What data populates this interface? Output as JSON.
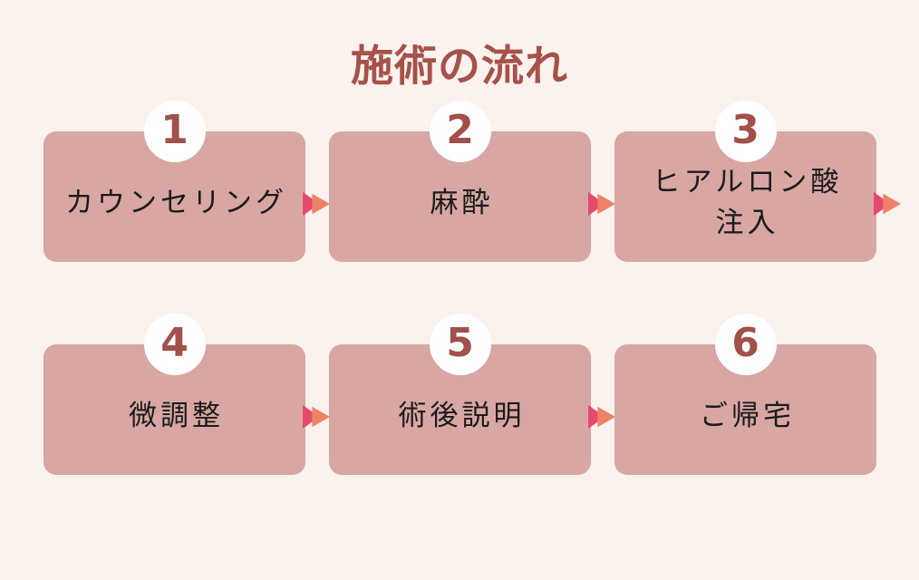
{
  "title": {
    "text": "施術の流れ"
  },
  "steps": [
    {
      "number": "1",
      "label": "カウンセリング",
      "has_next_arrow": true
    },
    {
      "number": "2",
      "label": "麻酔",
      "has_next_arrow": true
    },
    {
      "number": "3",
      "label": "ヒアルロン酸\n注入",
      "has_next_arrow": true
    },
    {
      "number": "4",
      "label": "微調整",
      "has_next_arrow": true
    },
    {
      "number": "5",
      "label": "術後説明",
      "has_next_arrow": true
    },
    {
      "number": "6",
      "label": "ご帰宅",
      "has_next_arrow": false
    }
  ],
  "icons": {
    "next_arrow": "double-triangle-right"
  },
  "colors": {
    "background": "#FBF1ED",
    "card": "#D8A7A3",
    "circle": "#FFFFFF",
    "number": "#A1504A",
    "title": "#A5524B",
    "label": "#1B1B1B",
    "arrow_back": "#E5496C",
    "arrow_front": "#EF8166"
  }
}
